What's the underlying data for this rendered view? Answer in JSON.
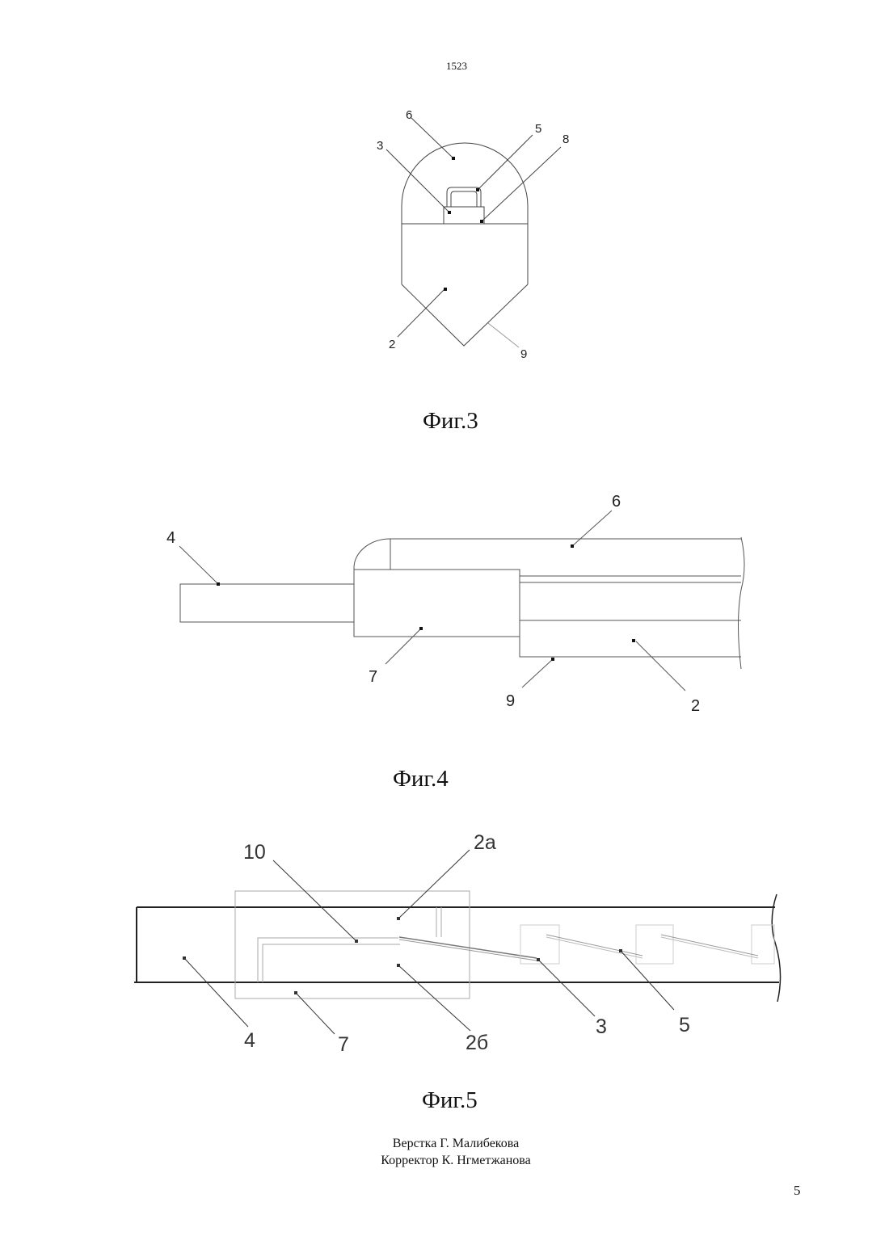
{
  "header": {
    "document_number": "1523"
  },
  "figures": [
    {
      "caption": "Фиг.3",
      "labels": {
        "l6": "6",
        "l5": "5",
        "l8": "8",
        "l3": "3",
        "l2": "2",
        "l9": "9"
      }
    },
    {
      "caption": "Фиг.4",
      "labels": {
        "l6": "6",
        "l4": "4",
        "l7": "7",
        "l9": "9",
        "l2": "2"
      }
    },
    {
      "caption": "Фиг.5",
      "labels": {
        "l10": "10",
        "l2a": "2а",
        "l4": "4",
        "l7": "7",
        "l2b": "2б",
        "l3": "3",
        "l5": "5"
      }
    }
  ],
  "footer": {
    "credit_layout": "Верстка Г. Малибекова",
    "credit_proof": "Корректор К. Нгметжанова",
    "page_number": "5"
  }
}
